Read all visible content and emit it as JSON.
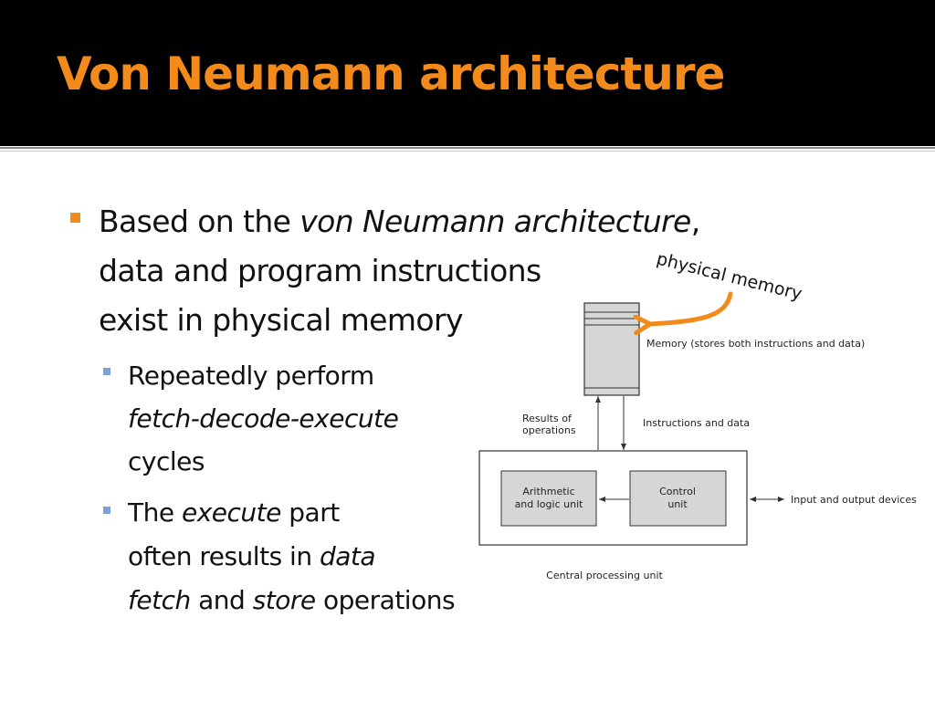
{
  "slide": {
    "title": "Von Neumann architecture",
    "colors": {
      "title": "#f28a1c",
      "bullet_level1": "#f28a1c",
      "bullet_level2": "#7ea0d8",
      "callout_arrow": "#f28a1c",
      "header_bg": "#000000"
    }
  },
  "bullets": [
    {
      "parts": [
        "Based on the ",
        "von Neumann architecture",
        ",",
        "data and program instructions",
        "exist in physical memory"
      ]
    },
    {
      "parts": [
        "Repeatedly perform",
        "fetch-decode-execute",
        "cycles"
      ]
    },
    {
      "parts": [
        "The ",
        "execute",
        " part",
        "often results in ",
        "data",
        "fetch",
        " and ",
        "store",
        " operations"
      ]
    }
  ],
  "diagram": {
    "callout": "physical memory",
    "memory_label": "Memory (stores both instructions and data)",
    "results_label_1": "Results of",
    "results_label_2": "operations",
    "instructions_label": "Instructions and data",
    "alu_label_1": "Arithmetic",
    "alu_label_2": "and logic unit",
    "control_label_1": "Control",
    "control_label_2": "unit",
    "io_label": "Input and output devices",
    "cpu_label": "Central processing unit"
  }
}
